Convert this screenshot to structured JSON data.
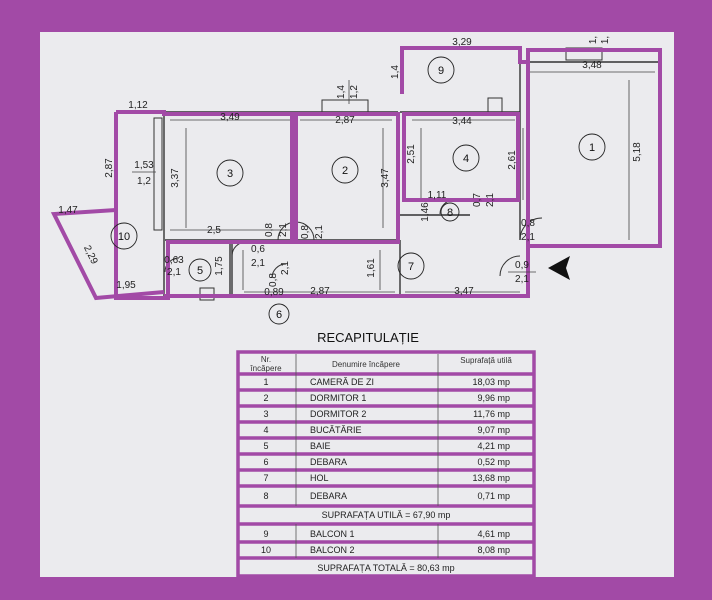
{
  "plan": {
    "rooms": [
      {
        "number": "1",
        "dims": [
          "3,48",
          "5,18"
        ]
      },
      {
        "number": "2",
        "dims": [
          "2,87",
          "3,47"
        ]
      },
      {
        "number": "3",
        "dims": [
          "3,49",
          "3,37",
          "2,5"
        ]
      },
      {
        "number": "4",
        "dims": [
          "3,44",
          "2,61",
          "2,51"
        ]
      },
      {
        "number": "5",
        "dims": [
          "0,63",
          "2,1",
          "1,75"
        ]
      },
      {
        "number": "6",
        "dims": [
          "0,89",
          "0,8",
          "2,1"
        ]
      },
      {
        "number": "7",
        "dims": [
          "2,87",
          "3,47",
          "1,61"
        ]
      },
      {
        "number": "8",
        "dims": [
          "1,11",
          "1,46",
          "0,7",
          "2,1"
        ]
      },
      {
        "number": "9",
        "dims": [
          "3,29",
          "1,4"
        ]
      },
      {
        "number": "10",
        "dims": [
          "1,47",
          "2,29",
          "1,95"
        ]
      }
    ],
    "other_dims": [
      "1,12",
      "2,87",
      "1,53",
      "1,2",
      "1,4",
      "1,2",
      "0,8",
      "2,1",
      "0,8",
      "2,1",
      "0,6",
      "2,1",
      "0,8",
      "2,1",
      "0,9",
      "2,1",
      "1,",
      "1,"
    ]
  },
  "summary": {
    "title": "RECAPITULAȚIE",
    "header_nr": [
      "Nr.",
      "încăpere"
    ],
    "header_name": "Denumire încăpere",
    "header_area": "Suprafață utilă",
    "rows": [
      {
        "nr": "1",
        "name": "CAMERĂ DE ZI",
        "area": "18,03 mp"
      },
      {
        "nr": "2",
        "name": "DORMITOR 1",
        "area": "9,96 mp"
      },
      {
        "nr": "3",
        "name": "DORMITOR 2",
        "area": "11,76 mp"
      },
      {
        "nr": "4",
        "name": "BUCĂTĂRIE",
        "area": "9,07 mp"
      },
      {
        "nr": "5",
        "name": "BAIE",
        "area": "4,21 mp"
      },
      {
        "nr": "6",
        "name": "DEBARA",
        "area": "0,52 mp"
      },
      {
        "nr": "7",
        "name": "HOL",
        "area": "13,68 mp"
      },
      {
        "nr": "8",
        "name": "DEBARA",
        "area": "0,71 mp"
      }
    ],
    "useful_total": "SUPRAFAȚA   UTILĂ = 67,90 mp",
    "balconies": [
      {
        "nr": "9",
        "name": "BALCON 1",
        "area": "4,61 mp"
      },
      {
        "nr": "10",
        "name": "BALCON 2",
        "area": "8,08 mp"
      }
    ],
    "grand_total": "SUPRAFAȚA  TOTALĂ = 80,63 mp"
  },
  "colors": {
    "outline": "#a24aa6",
    "paper": "#ebebee",
    "ink": "#222222"
  }
}
